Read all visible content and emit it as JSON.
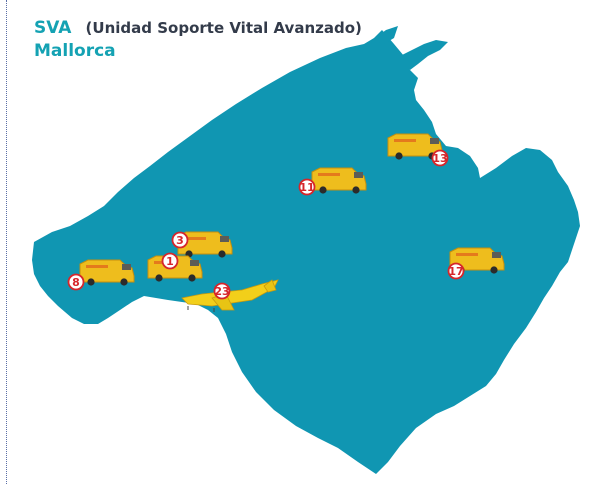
{
  "header": {
    "title_abbr": "SVA",
    "title_full": "(Unidad Soporte Vital Avanzado)",
    "subtitle": "Mallorca"
  },
  "colors": {
    "island": "#1096b2",
    "title": "#14a2b3",
    "vehicle": "#eebd1d",
    "badge": "#d6262b"
  },
  "map_region": "Mallorca",
  "units": [
    {
      "id": "unit-13",
      "type": "ambulance",
      "number": "13"
    },
    {
      "id": "unit-11",
      "type": "ambulance",
      "number": "11"
    },
    {
      "id": "unit-3",
      "type": "ambulance",
      "number": "3"
    },
    {
      "id": "unit-1",
      "type": "ambulance",
      "number": "1"
    },
    {
      "id": "unit-8",
      "type": "ambulance",
      "number": "8"
    },
    {
      "id": "unit-17",
      "type": "ambulance",
      "number": "17"
    },
    {
      "id": "unit-23",
      "type": "aircraft",
      "number": "23"
    }
  ]
}
